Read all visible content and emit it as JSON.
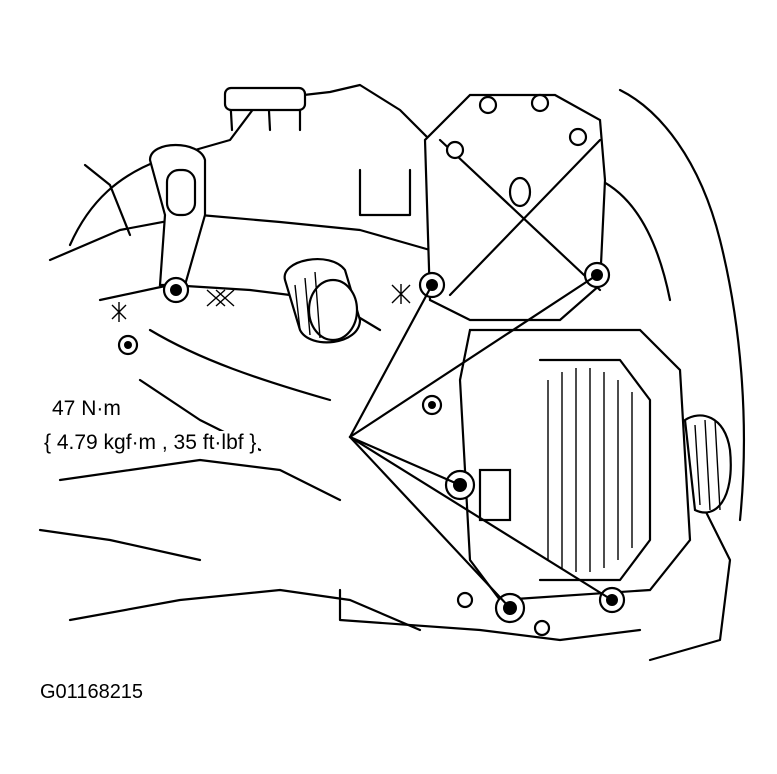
{
  "annotation": {
    "torque_value": "47 N·m",
    "torque_alt": "{ 4.79 kgf·m , 35 ft·lbf }"
  },
  "figure_id": "G01168215",
  "colors": {
    "line": "#000000",
    "background": "#ffffff"
  }
}
